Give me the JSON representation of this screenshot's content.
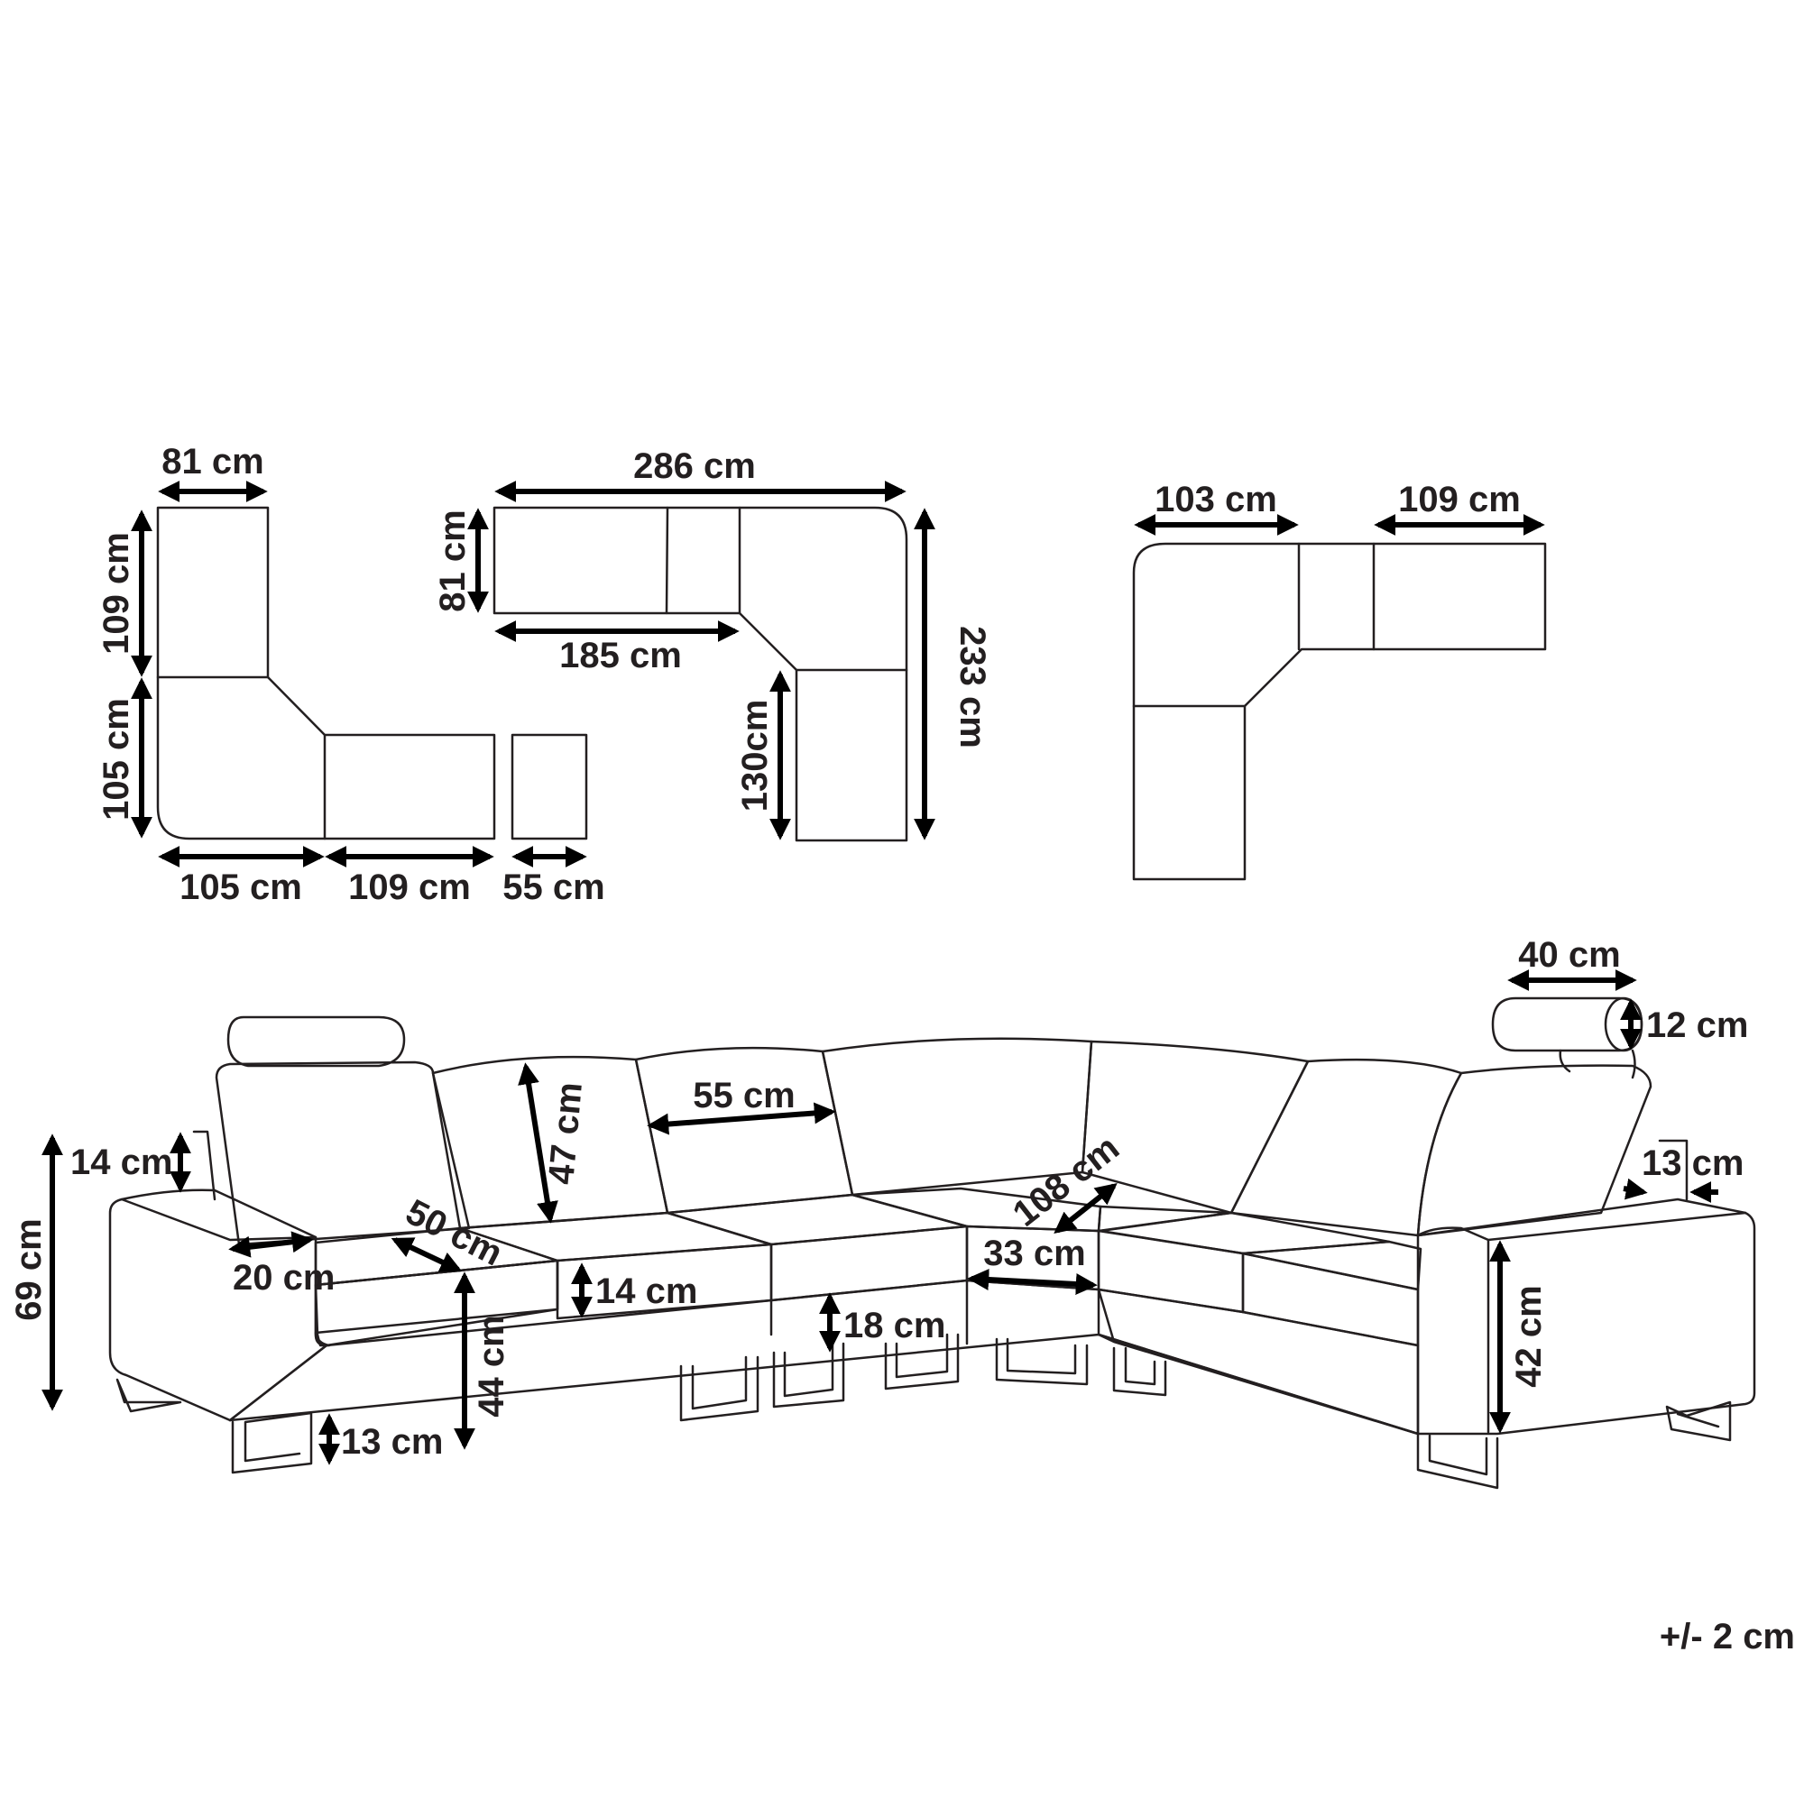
{
  "plan_left": {
    "arm_width": "81 cm",
    "upper_depth": "109 cm",
    "corner_depth": "105 cm",
    "corner_width": "105 cm",
    "seat_width": "109 cm",
    "ottoman_width": "55 cm"
  },
  "plan_middle": {
    "total_width": "286 cm",
    "depth": "81 cm",
    "front_width": "185 cm",
    "total_height": "233 cm",
    "chaise_length": "130cm"
  },
  "plan_right": {
    "corner_width": "103 cm",
    "seat_width": "109 cm"
  },
  "front_view": {
    "headrest_width": "40 cm",
    "headrest_height": "12 cm",
    "arm_side": "13 cm",
    "arm_top": "14 cm",
    "total_height": "69 cm",
    "arm_width": "20 cm",
    "seat_depth": "50 cm",
    "backrest_height": "47 cm",
    "backrest_width": "55 cm",
    "corner_diagonal": "108 cm",
    "corner_front": "33 cm",
    "cushion_height": "14 cm",
    "base_height": "18 cm",
    "seat_height": "44 cm",
    "leg_height": "13 cm",
    "arm_height": "42 cm"
  },
  "tolerance": "+/- 2 cm"
}
